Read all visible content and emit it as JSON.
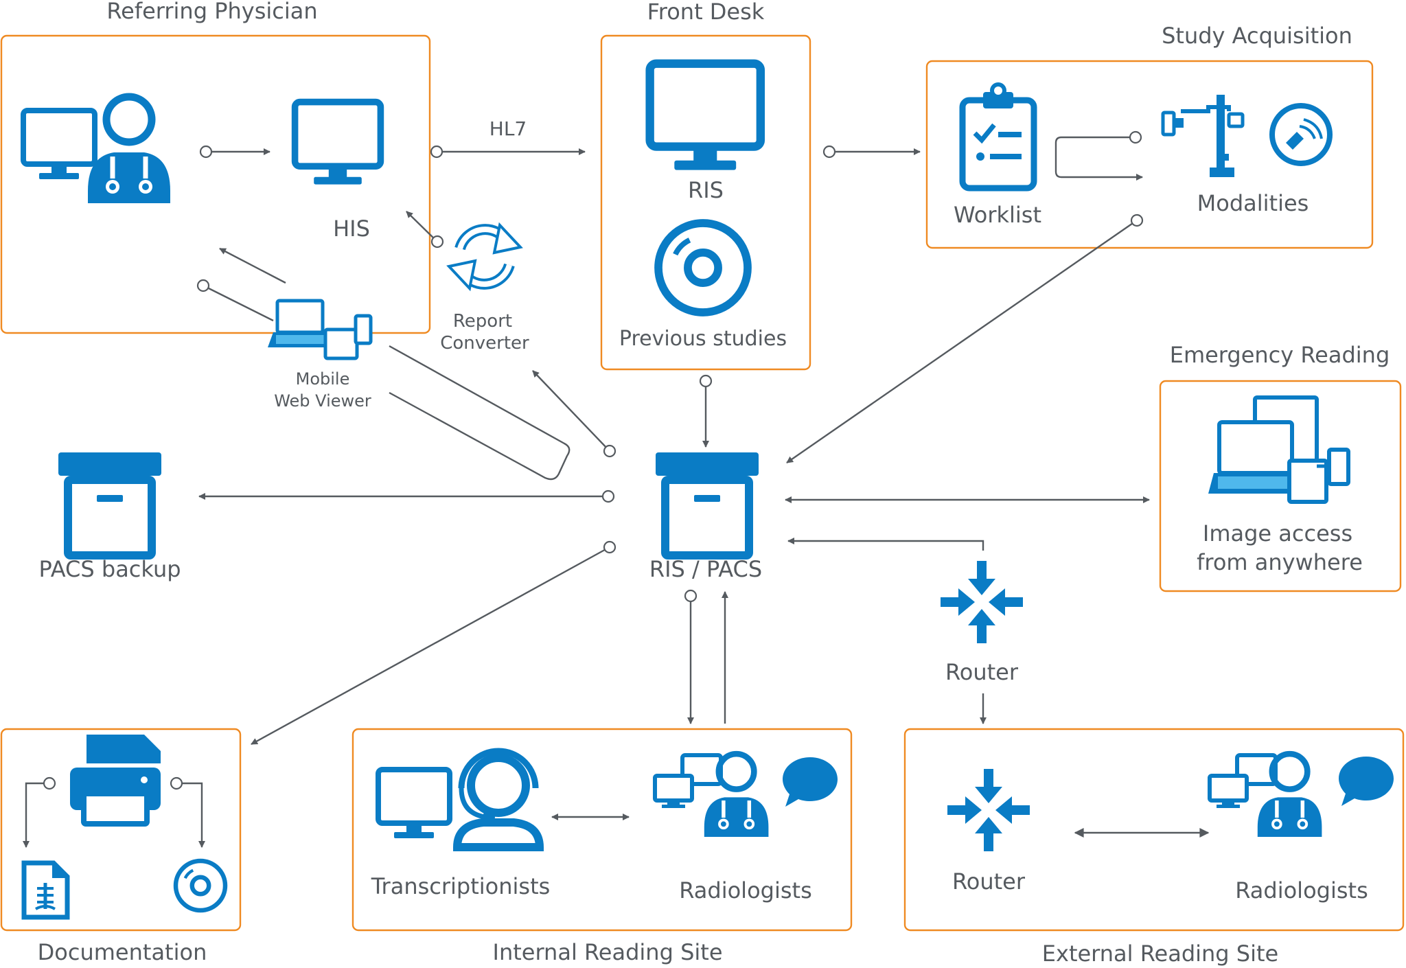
{
  "groups": {
    "referring_physician": "Referring Physician",
    "front_desk": "Front Desk",
    "study_acquisition": "Study Acquisition",
    "emergency_reading": "Emergency Reading",
    "documentation": "Documentation",
    "internal_reading_site": "Internal Reading Site",
    "external_reading_site": "External Reading Site"
  },
  "nodes": {
    "his": "HIS",
    "ris": "RIS",
    "previous_studies": "Previous studies",
    "worklist": "Worklist",
    "modalities": "Modalities",
    "report_converter": [
      "Report",
      "Converter"
    ],
    "mobile_web_viewer": [
      "Mobile",
      "Web Viewer"
    ],
    "pacs_backup": "PACS backup",
    "ris_pacs": "RIS / PACS",
    "image_access": [
      "Image access",
      "from anywhere"
    ],
    "router": "Router",
    "transcriptionists": "Transcriptionists",
    "radiologists": "Radiologists"
  },
  "edges": {
    "his_to_ris": "HL7"
  },
  "colors": {
    "icon_blue": "#0a7cc5",
    "icon_light_blue": "#4fb8ec",
    "group_border": "#ef8a22",
    "connector": "#555a5f",
    "label": "#555a5f"
  }
}
